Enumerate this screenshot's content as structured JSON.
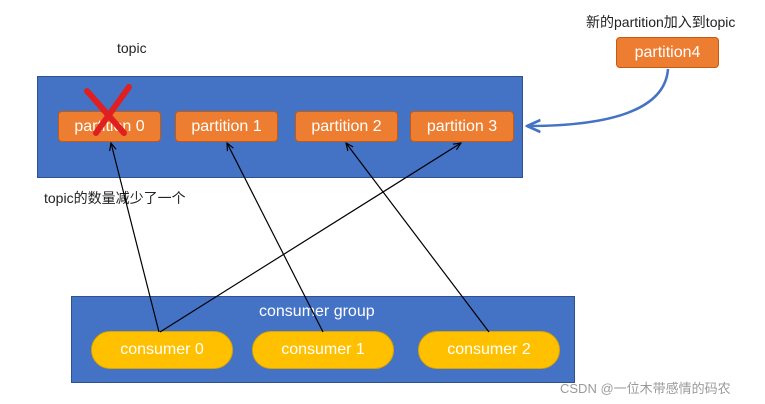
{
  "topic": {
    "title": "topic",
    "note": "topic的数量减少了一个",
    "partitions": [
      "partition 0",
      "partition 1",
      "partition 2",
      "partition 3"
    ],
    "removed_partition": "partition 0"
  },
  "new_partition": {
    "caption": "新的partition加入到topic",
    "label": "partition4"
  },
  "consumer_group": {
    "title": "consumer group",
    "consumers": [
      "consumer 0",
      "consumer 1",
      "consumer 2"
    ]
  },
  "assignments": [
    {
      "consumer": "consumer 0",
      "partition": "partition 0"
    },
    {
      "consumer": "consumer 0",
      "partition": "partition 3"
    },
    {
      "consumer": "consumer 1",
      "partition": "partition 1"
    },
    {
      "consumer": "consumer 2",
      "partition": "partition 2"
    }
  ],
  "watermark": "CSDN @一位木带感情的码农",
  "colors": {
    "box_fill": "#4472c4",
    "partition_fill": "#ed7d31",
    "consumer_fill": "#ffc000",
    "removed_mark": "#e02020",
    "insert_arrow": "#4472c4"
  }
}
